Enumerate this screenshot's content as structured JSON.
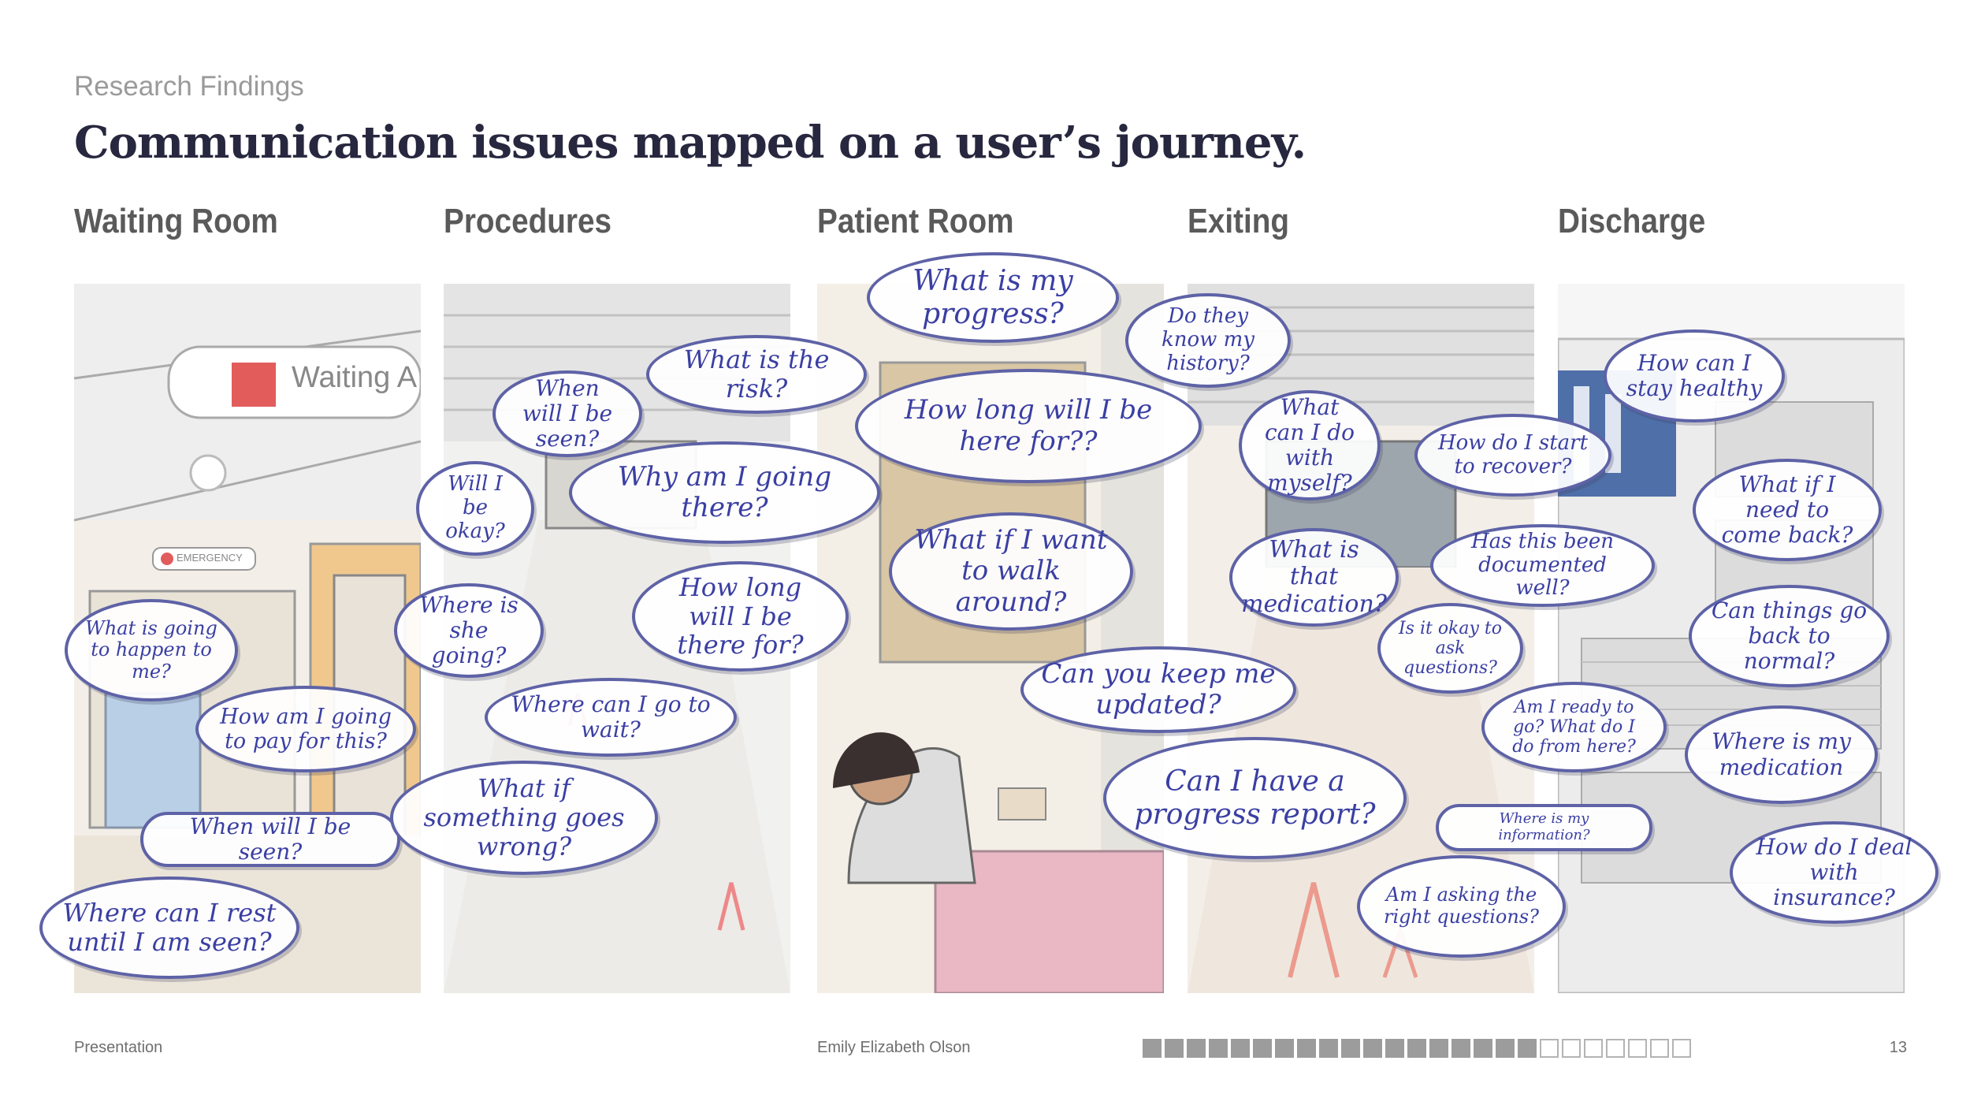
{
  "header": {
    "eyebrow": "Research Findings",
    "title": "Communication issues mapped on a user’s journey."
  },
  "columns": [
    {
      "label": "Waiting Room",
      "sign": "Waiting A",
      "sign2": "EMERGENCY"
    },
    {
      "label": "Procedures"
    },
    {
      "label": "Patient Room"
    },
    {
      "label": "Exiting"
    },
    {
      "label": "Discharge"
    }
  ],
  "bubbles": [
    {
      "id": "wr1",
      "text": "What is going to happen to me?"
    },
    {
      "id": "wr2",
      "text": "How am I going to pay for this?"
    },
    {
      "id": "wr3",
      "text": "When will I be seen?"
    },
    {
      "id": "wr4",
      "text": "Where can I rest until I am seen?"
    },
    {
      "id": "pr1",
      "text": "When will I be seen?"
    },
    {
      "id": "pr2",
      "text": "What is the risk?"
    },
    {
      "id": "pr3",
      "text": "Will I be okay?"
    },
    {
      "id": "pr4",
      "text": "Why am I going there?"
    },
    {
      "id": "pr5",
      "text": "Where is she going?"
    },
    {
      "id": "pr6",
      "text": "How long will I be there for?"
    },
    {
      "id": "pr7",
      "text": "Where can I go to wait?"
    },
    {
      "id": "pr8",
      "text": "What if something goes wrong?"
    },
    {
      "id": "pt1",
      "text": "What is my progress?"
    },
    {
      "id": "pt2",
      "text": "How long will I be here for??"
    },
    {
      "id": "pt3",
      "text": "What if I want to walk around?"
    },
    {
      "id": "pt4",
      "text": "Can you keep me updated?"
    },
    {
      "id": "pt5",
      "text": "Can I have a progress report?"
    },
    {
      "id": "ex1",
      "text": "Do they know my history?"
    },
    {
      "id": "ex2",
      "text": "What can I do with myself?"
    },
    {
      "id": "ex3",
      "text": "What is that medication?"
    },
    {
      "id": "ex4",
      "text": "Is it okay to ask questions?"
    },
    {
      "id": "ex5",
      "text": "How do I start to recover?"
    },
    {
      "id": "ex6",
      "text": "Has this been documented well?"
    },
    {
      "id": "ex7",
      "text": "Am I ready to go? What do I do from here?"
    },
    {
      "id": "ex8",
      "text": "Where is my information?"
    },
    {
      "id": "ex9",
      "text": "Am I asking the right questions?"
    },
    {
      "id": "dc1",
      "text": "How can I stay healthy"
    },
    {
      "id": "dc2",
      "text": "What if I need to come back?"
    },
    {
      "id": "dc3",
      "text": "Can things go back to normal?"
    },
    {
      "id": "dc4",
      "text": "Where is my medication"
    },
    {
      "id": "dc5",
      "text": "How do I deal with insurance?"
    }
  ],
  "footer": {
    "left": "Presentation",
    "center": "Emily Elizabeth Olson",
    "page": "13",
    "progress_filled": 18,
    "progress_total": 25
  },
  "colors": {
    "title": "#27273f",
    "bubble_ink": "#3a3fa3",
    "bubble_outline": "#5e62a6",
    "progress_on": "#9c9c9c"
  }
}
